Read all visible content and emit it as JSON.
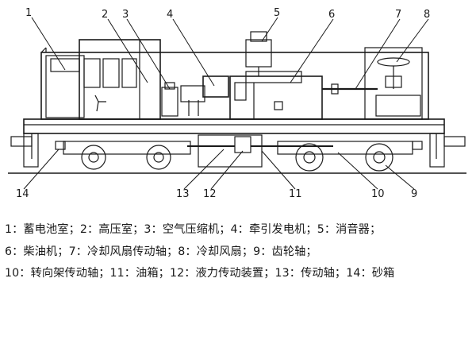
{
  "callouts": [
    "1",
    "2",
    "3",
    "4",
    "5",
    "6",
    "7",
    "8",
    "9",
    "10",
    "11",
    "12",
    "13",
    "14"
  ],
  "legend_lines": [
    "1：蓄电池室；2：高压室；3：空气压缩机；4：牵引发电机；5：消音器；",
    "6：柴油机；7：冷却风扇传动轴；8：冷却风扇；9：齿轮轴；",
    "10：转向架传动轴；11：油箱；12：液力传动装置；13：传动轴；14：砂箱"
  ]
}
